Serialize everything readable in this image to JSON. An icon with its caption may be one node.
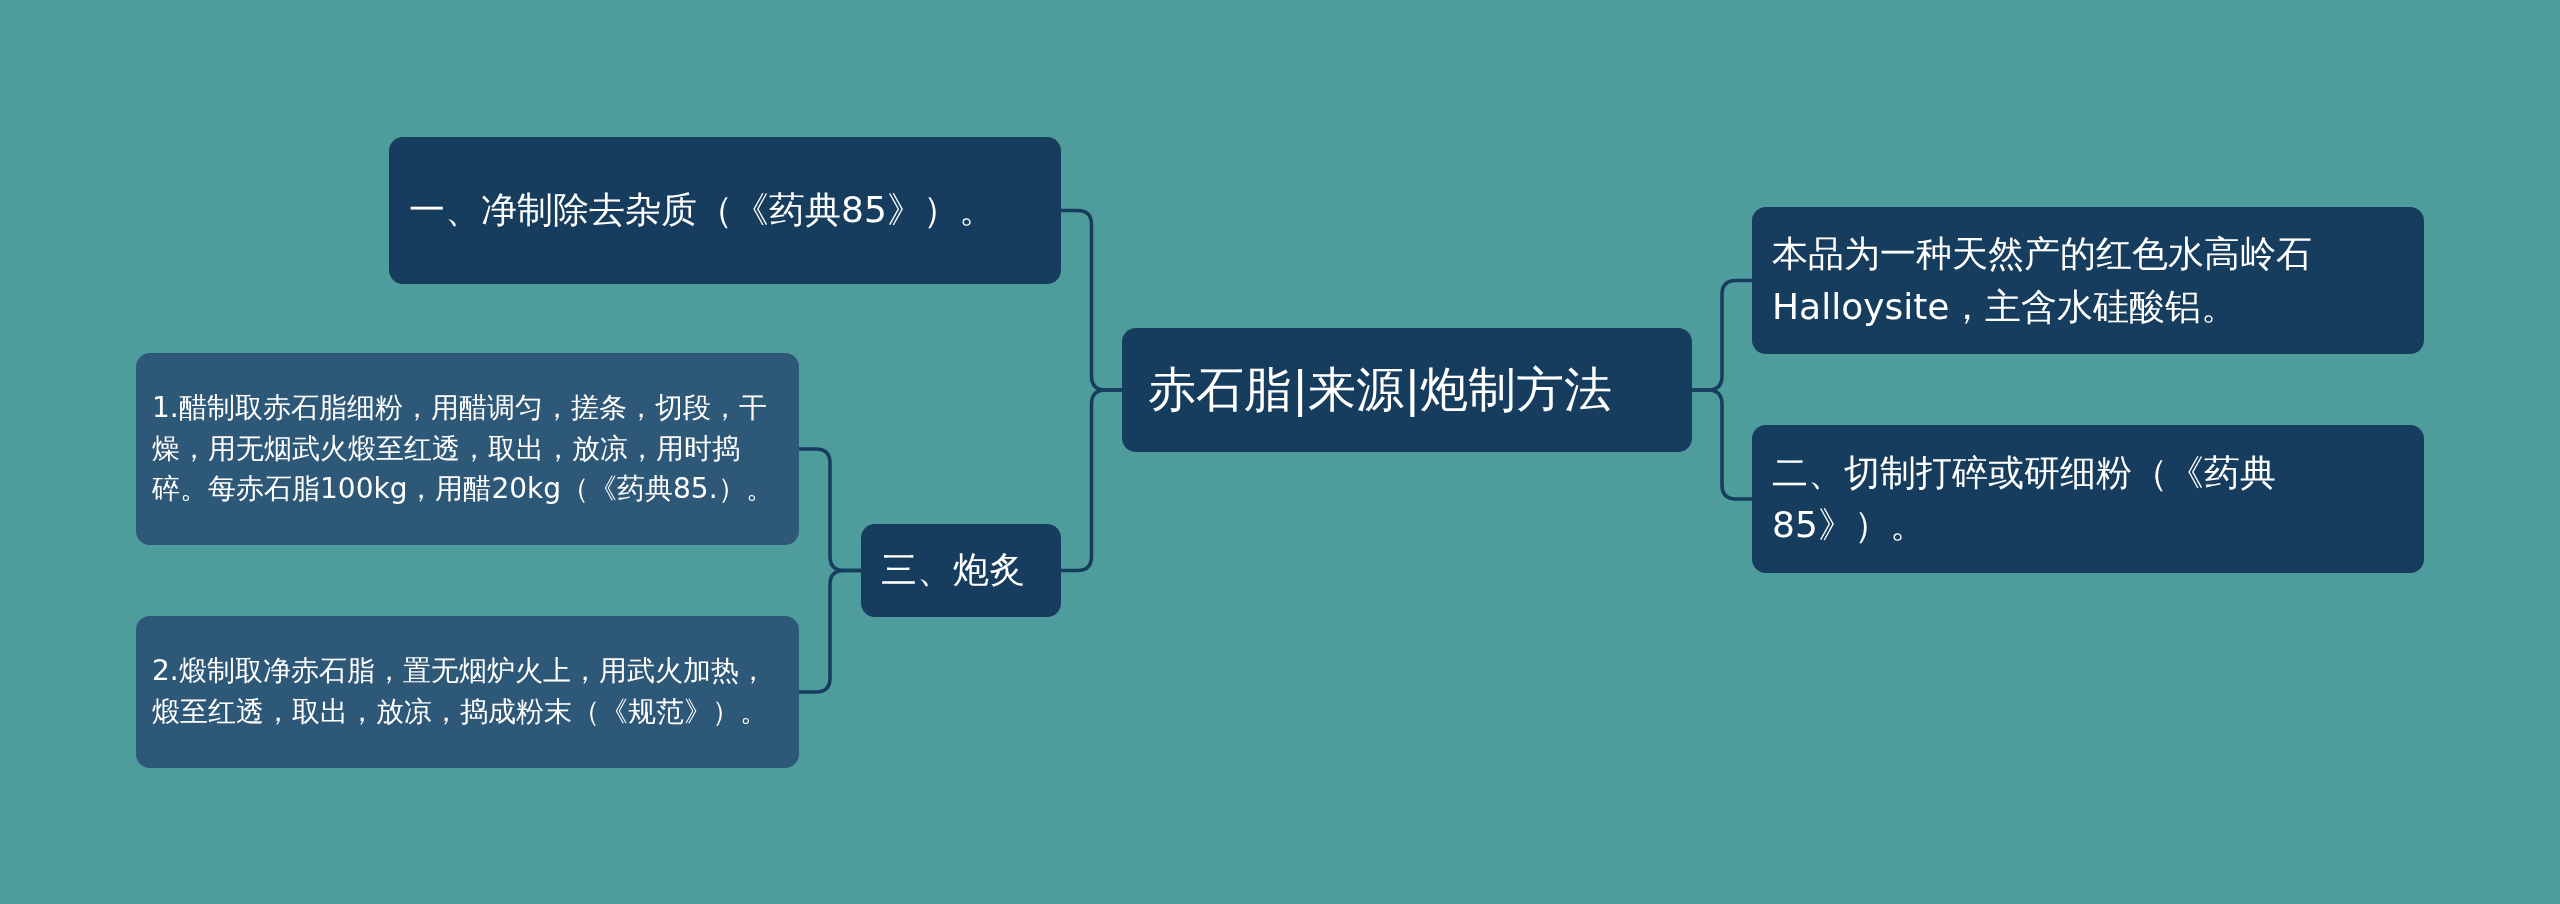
{
  "diagram": {
    "nodes": [
      {
        "text": [
          "赤石脂|来源|炮制方法"
        ]
      },
      {
        "text": [
          "一、净制除去杂质（《药典85》）。"
        ]
      },
      {
        "text": [
          "三、炮炙"
        ]
      },
      {
        "text": [
          "1.醋制取赤石脂细粉，用醋调匀，搓条，切段，干燥，用无烟武火煅至红透，取出，放凉，用时捣碎。每赤石脂100kg，用醋20kg（《药典85.）。"
        ]
      },
      {
        "text": [
          "2.煅制取净赤石脂，置无烟炉火上，用武火加热，煅至红透，取出，放凉，捣成粉末（《规范》）。"
        ]
      },
      {
        "text": [
          "本品为一种天然产的红色水高岭石Halloysite，主含水硅酸铝。"
        ]
      },
      {
        "text": [
          "二、切制打碎或研细粉（《药典85》）。"
        ]
      }
    ],
    "edges": [
      {
        "from": 0,
        "to": 1,
        "arrow": "none"
      },
      {
        "from": 0,
        "to": 2,
        "arrow": "none"
      },
      {
        "from": 2,
        "to": 3,
        "arrow": "none"
      },
      {
        "from": 2,
        "to": 4,
        "arrow": "none"
      },
      {
        "from": 0,
        "to": 5,
        "arrow": "none"
      },
      {
        "from": 0,
        "to": 6,
        "arrow": "none"
      }
    ]
  }
}
